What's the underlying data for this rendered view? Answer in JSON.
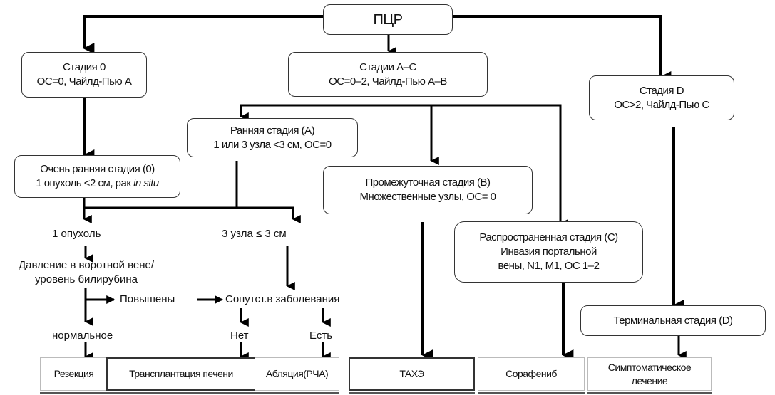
{
  "diagram": {
    "root": {
      "label": "ПЦР"
    },
    "stage0": {
      "title": "Стадия 0",
      "subtitle": "ОС=0, Чайлд-Пью А"
    },
    "stageAC": {
      "title": "Стадии А–С",
      "subtitle": "ОС=0–2, Чайлд-Пью А–В"
    },
    "stageD": {
      "title": "Стадия D",
      "subtitle": "ОС>2, Чайлд-Пью С"
    },
    "veryEarly": {
      "title": "Очень ранняя стадия (0)",
      "subtitle_prefix": "1 опухоль <2 см, рак ",
      "subtitle_italic": "in situ"
    },
    "early": {
      "title": "Ранняя стадия (А)",
      "subtitle": "1 или 3 узла <3 см, ОС=0"
    },
    "intermediate": {
      "title": "Промежуточная стадия (В)",
      "subtitle": "Множественные узлы, ОС= 0"
    },
    "advanced": {
      "title": "Распространенная стадия (С)",
      "line2": "Инвазия портальной",
      "line3": "вены, N1, M1, ОС 1–2"
    },
    "terminal": {
      "title": "Терминальная  стадия (D)"
    },
    "labels": {
      "one_tumor": "1 опухоль",
      "three_nodes": "3 узла ≤ 3 см",
      "pressure_line1": "Давление в воротной вене/",
      "pressure_line2": "уровень билирубина",
      "elevated": "Повышены",
      "comorbid": "Сопутст.в заболевания",
      "normal": "нормальное",
      "no": "Нет",
      "yes": "Есть"
    },
    "treatments": [
      {
        "label": "Резекция"
      },
      {
        "label": "Трансплантация печени"
      },
      {
        "label": "Абляция(РЧА)"
      },
      {
        "label": "ТАХЭ"
      },
      {
        "label": "Сорафениб"
      },
      {
        "label_line1": "Симптоматическое",
        "label_line2": "лечение"
      }
    ]
  }
}
